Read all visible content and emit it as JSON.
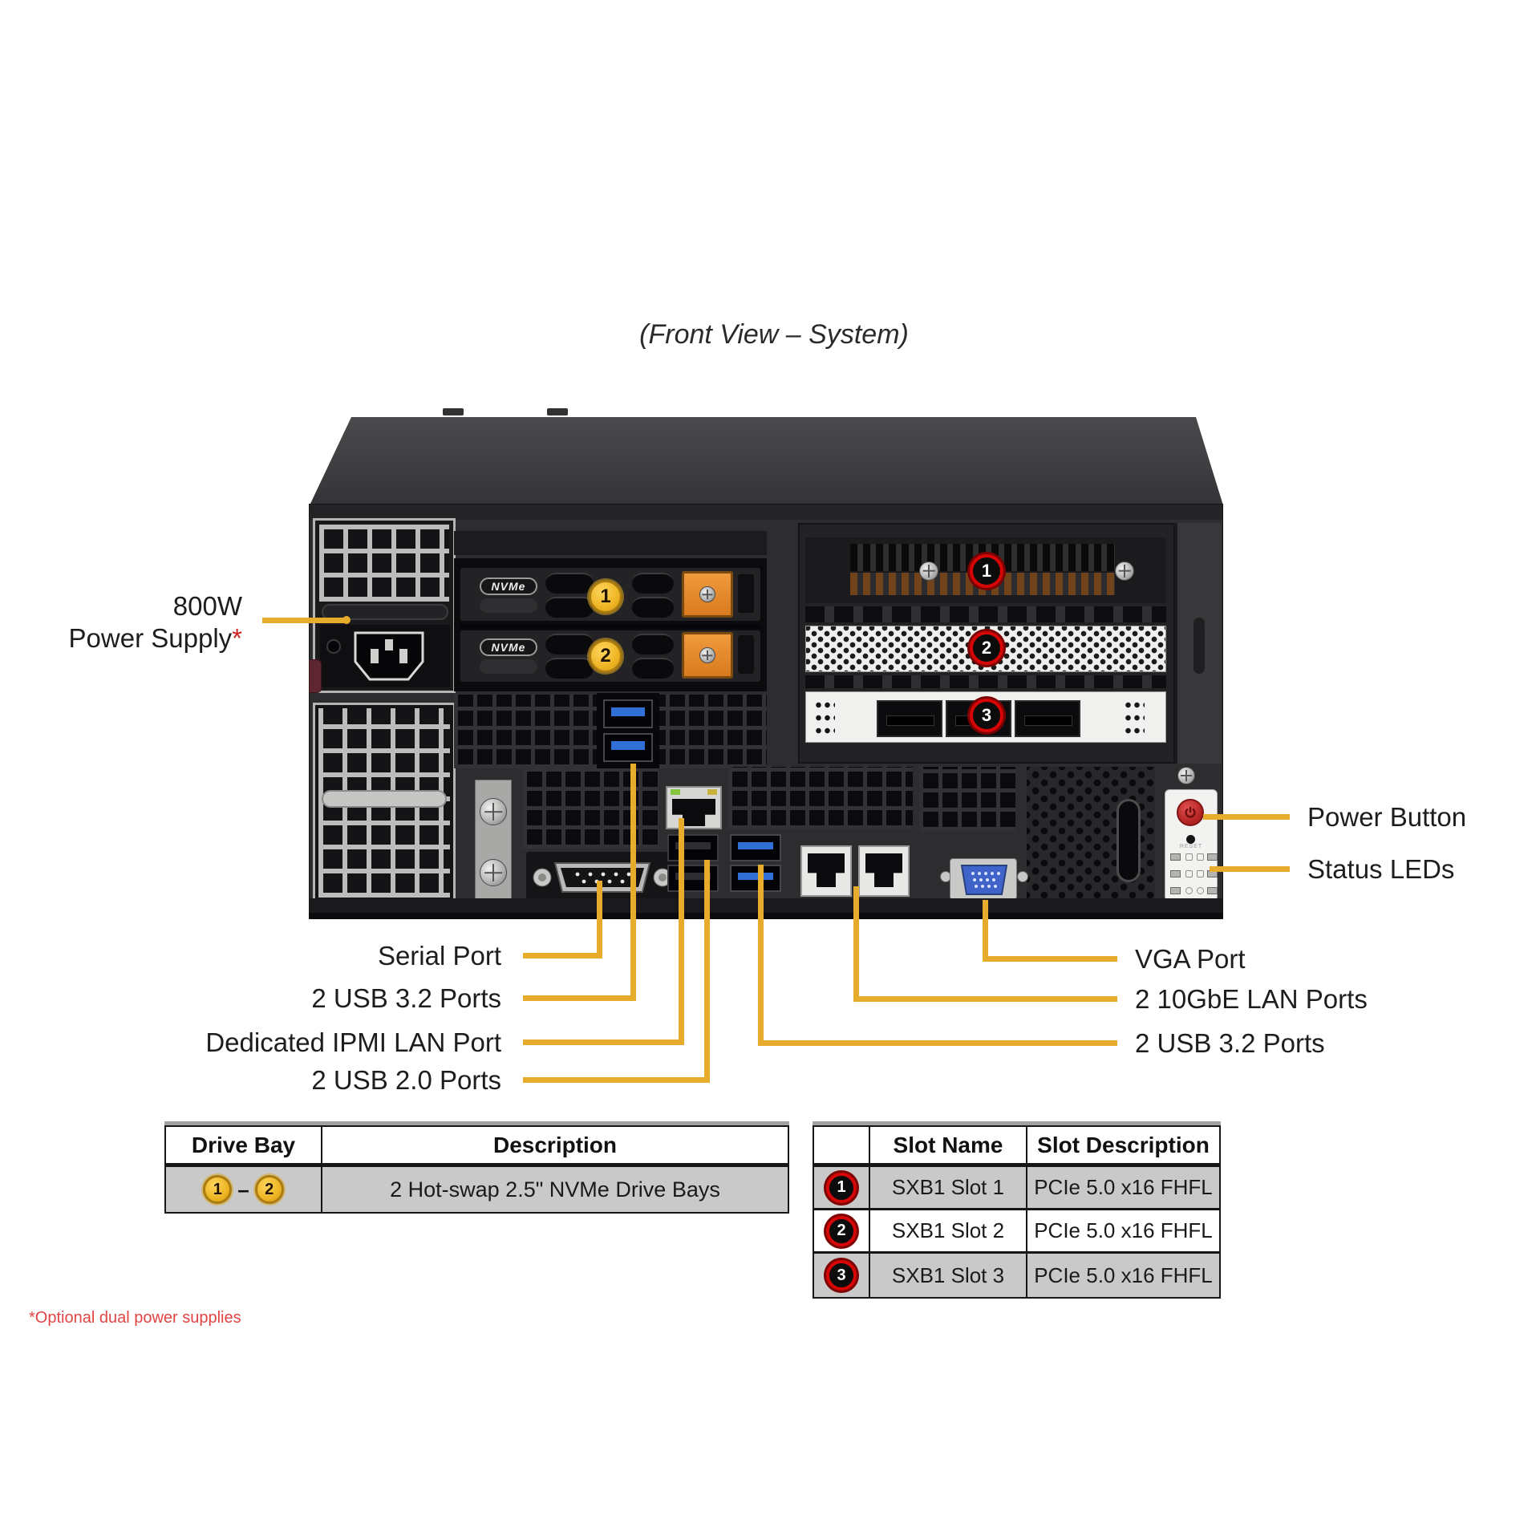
{
  "title": "(Front View – System)",
  "colors": {
    "accent_gold": "#E7AC2B",
    "badge_yellow": "#EDB422",
    "badge_red": "#D60606",
    "table_row_gray": "#C9C9C9",
    "footnote_red": "#E24444"
  },
  "callouts": {
    "power_supply_line1": "800W",
    "power_supply_line2": "Power Supply",
    "power_supply_asterisk": "*",
    "power_button": "Power Button",
    "status_leds": "Status LEDs",
    "serial_port": "Serial Port",
    "usb32_left": "2 USB 3.2 Ports",
    "ipmi_lan": "Dedicated IPMI  LAN Port",
    "usb20": "2 USB 2.0 Ports",
    "vga": "VGA Port",
    "lan_10gbe": "2 10GbE LAN Ports",
    "usb32_right": "2 USB 3.2 Ports"
  },
  "chassis": {
    "nvme_label": "NVMe",
    "drive_bay_numbers": [
      "1",
      "2"
    ],
    "pcie_slot_numbers": [
      "1",
      "2",
      "3"
    ],
    "reset_label": "RESET"
  },
  "tables": {
    "drive_bay": {
      "headers": [
        "Drive Bay",
        "Description"
      ],
      "row": {
        "bay_start": "1",
        "dash": "–",
        "bay_end": "2",
        "description": "2 Hot-swap 2.5\" NVMe Drive Bays"
      }
    },
    "slots": {
      "headers": [
        "",
        "Slot Name",
        "Slot Description"
      ],
      "rows": [
        {
          "num": "1",
          "name": "SXB1 Slot 1",
          "desc": "PCIe 5.0 x16 FHFL"
        },
        {
          "num": "2",
          "name": "SXB1 Slot 2",
          "desc": "PCIe 5.0 x16 FHFL"
        },
        {
          "num": "3",
          "name": "SXB1 Slot 3",
          "desc": "PCIe 5.0 x16 FHFL"
        }
      ]
    }
  },
  "footnote": "*Optional dual power supplies"
}
